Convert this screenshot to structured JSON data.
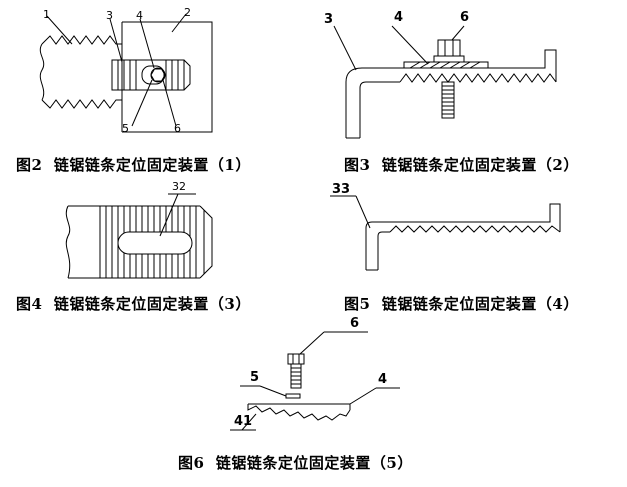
{
  "figures": [
    {
      "id": "fig2",
      "caption": "图2  链锯链条定位固定装置（1）",
      "labels": [
        "1",
        "3",
        "4",
        "2",
        "5",
        "6"
      ]
    },
    {
      "id": "fig3",
      "caption": "图3  链锯链条定位固定装置（2）",
      "labels": [
        "3",
        "4",
        "6"
      ]
    },
    {
      "id": "fig4",
      "caption": "图4  链锯链条定位固定装置（3）",
      "labels": [
        "32"
      ]
    },
    {
      "id": "fig5",
      "caption": "图5  链锯链条定位固定装置（4）",
      "labels": [
        "33"
      ]
    },
    {
      "id": "fig6",
      "caption": "图6  链锯链条定位固定装置（5）",
      "labels": [
        "6",
        "5",
        "4",
        "41"
      ]
    }
  ],
  "colors": {
    "line": "#000000",
    "background": "#ffffff"
  }
}
